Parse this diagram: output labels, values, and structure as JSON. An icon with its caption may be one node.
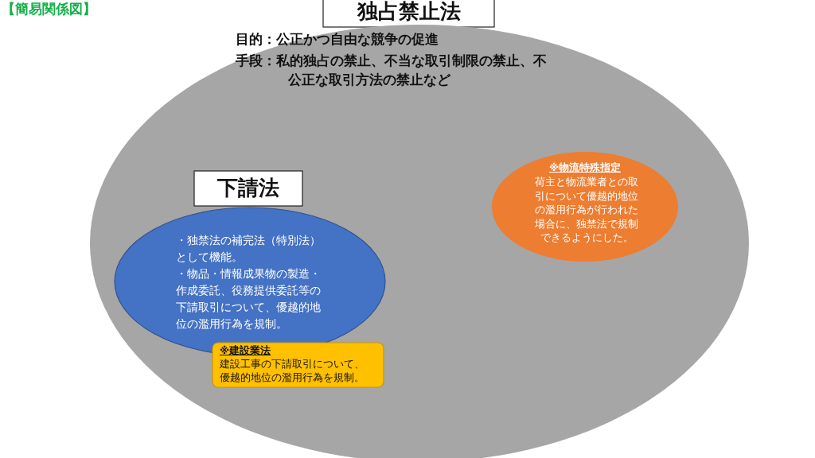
{
  "diagram": {
    "title": "【簡易関係図】",
    "nodes": [
      {
        "text": [
          "独占禁止法"
        ]
      },
      {
        "text": [
          "目的：公正かつ自由な競争の促進",
          "手段：私的独占の禁止、不当な取引制限の禁止、不公正な取引方法の禁止など"
        ]
      },
      {
        "text": [
          "下請法"
        ],
        "in": 1
      },
      {
        "text": [
          "・独禁法の補完法（特別法）として機能。",
          "・物品・情報成果物の製造・作成委託、役務提供委託等の下請取引について、優越的地位の濫用行為を規制。"
        ],
        "in": 1
      },
      {
        "text": [
          "※建設業法",
          "建設工事の下請取引について、優越的地位の濫用行為を規制。"
        ],
        "in": 1
      },
      {
        "text": [
          "※物流特殊指定",
          "荷主と物流業者との取引について優越的地位の濫用行為が行われた場合に、独禁法で規制できるようにした。"
        ],
        "in": 1
      }
    ],
    "edges": []
  }
}
